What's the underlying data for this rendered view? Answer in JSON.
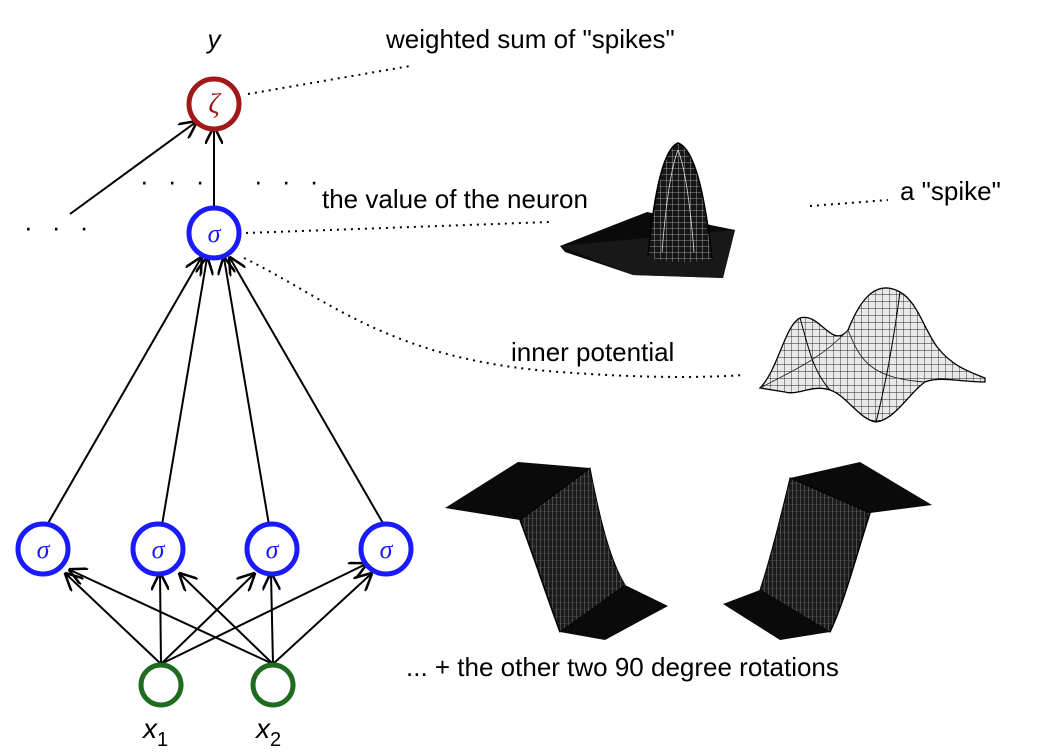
{
  "network": {
    "output_var": "y",
    "output_symbol": "ζ",
    "hidden_symbol": "σ",
    "input_labels": [
      {
        "main": "x",
        "sub": "1"
      },
      {
        "main": "x",
        "sub": "2"
      }
    ],
    "ellipsis": "· · ·",
    "colors": {
      "output_node": "#a01818",
      "hidden_node": "#1a1aff",
      "input_node": "#1f6b1f",
      "edge": "#000000"
    }
  },
  "annotations": {
    "weighted_sum": "weighted sum of \"spikes\"",
    "neuron_value": "the value of the neuron",
    "spike": "a \"spike\"",
    "inner_potential": "inner potential",
    "rotations": "... + the other two 90 degree rotations"
  },
  "surface_plots": [
    {
      "name": "spike-surface",
      "shape": "gaussian bump"
    },
    {
      "name": "inner-potential-surface",
      "shape": "ring with central bump"
    },
    {
      "name": "sigmoid-step-surface-left",
      "shape": "sigmoid step"
    },
    {
      "name": "sigmoid-step-surface-right",
      "shape": "sigmoid step rotated"
    }
  ]
}
